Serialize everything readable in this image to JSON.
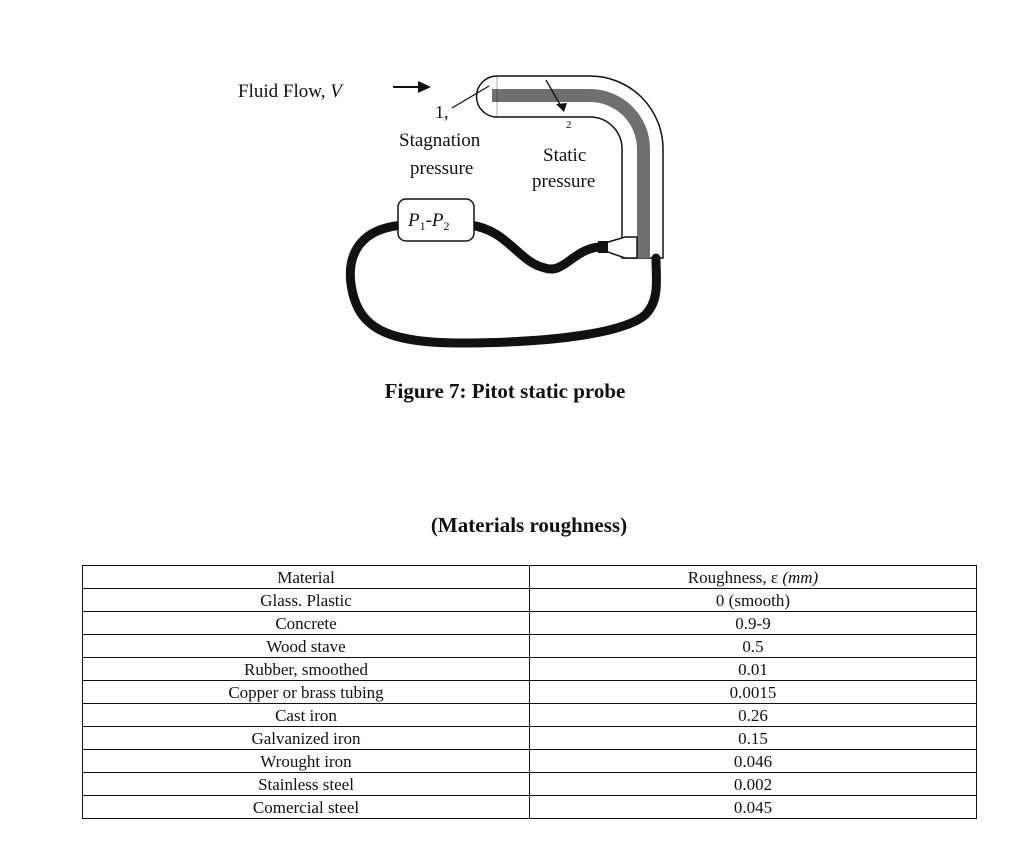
{
  "figure": {
    "flow_label": "Fluid Flow, ",
    "flow_symbol": "V",
    "point1_label": "1,",
    "stagnation_line1": "Stagnation",
    "stagnation_line2": "pressure",
    "point2_label": "2",
    "static_line1": "Static",
    "static_line2": "pressure",
    "gauge_P": "P",
    "gauge_sub1": "1",
    "gauge_dash": "-P",
    "gauge_sub2": "2",
    "caption": "Figure 7: Pitot static probe"
  },
  "table": {
    "title": "(Materials roughness)",
    "header_material": "Material",
    "header_roughness": "Roughness, ε ",
    "header_unit": "(mm)",
    "rows": [
      {
        "material": "Glass. Plastic",
        "roughness": "0 (smooth)"
      },
      {
        "material": "Concrete",
        "roughness": "0.9-9"
      },
      {
        "material": "Wood stave",
        "roughness": "0.5"
      },
      {
        "material": "Rubber, smoothed",
        "roughness": "0.01"
      },
      {
        "material": "Copper or brass tubing",
        "roughness": "0.0015"
      },
      {
        "material": "Cast iron",
        "roughness": "0.26"
      },
      {
        "material": "Galvanized iron",
        "roughness": "0.15"
      },
      {
        "material": "Wrought iron",
        "roughness": "0.046"
      },
      {
        "material": "Stainless steel",
        "roughness": "0.002"
      },
      {
        "material": "Comercial steel",
        "roughness": "0.045"
      }
    ]
  }
}
